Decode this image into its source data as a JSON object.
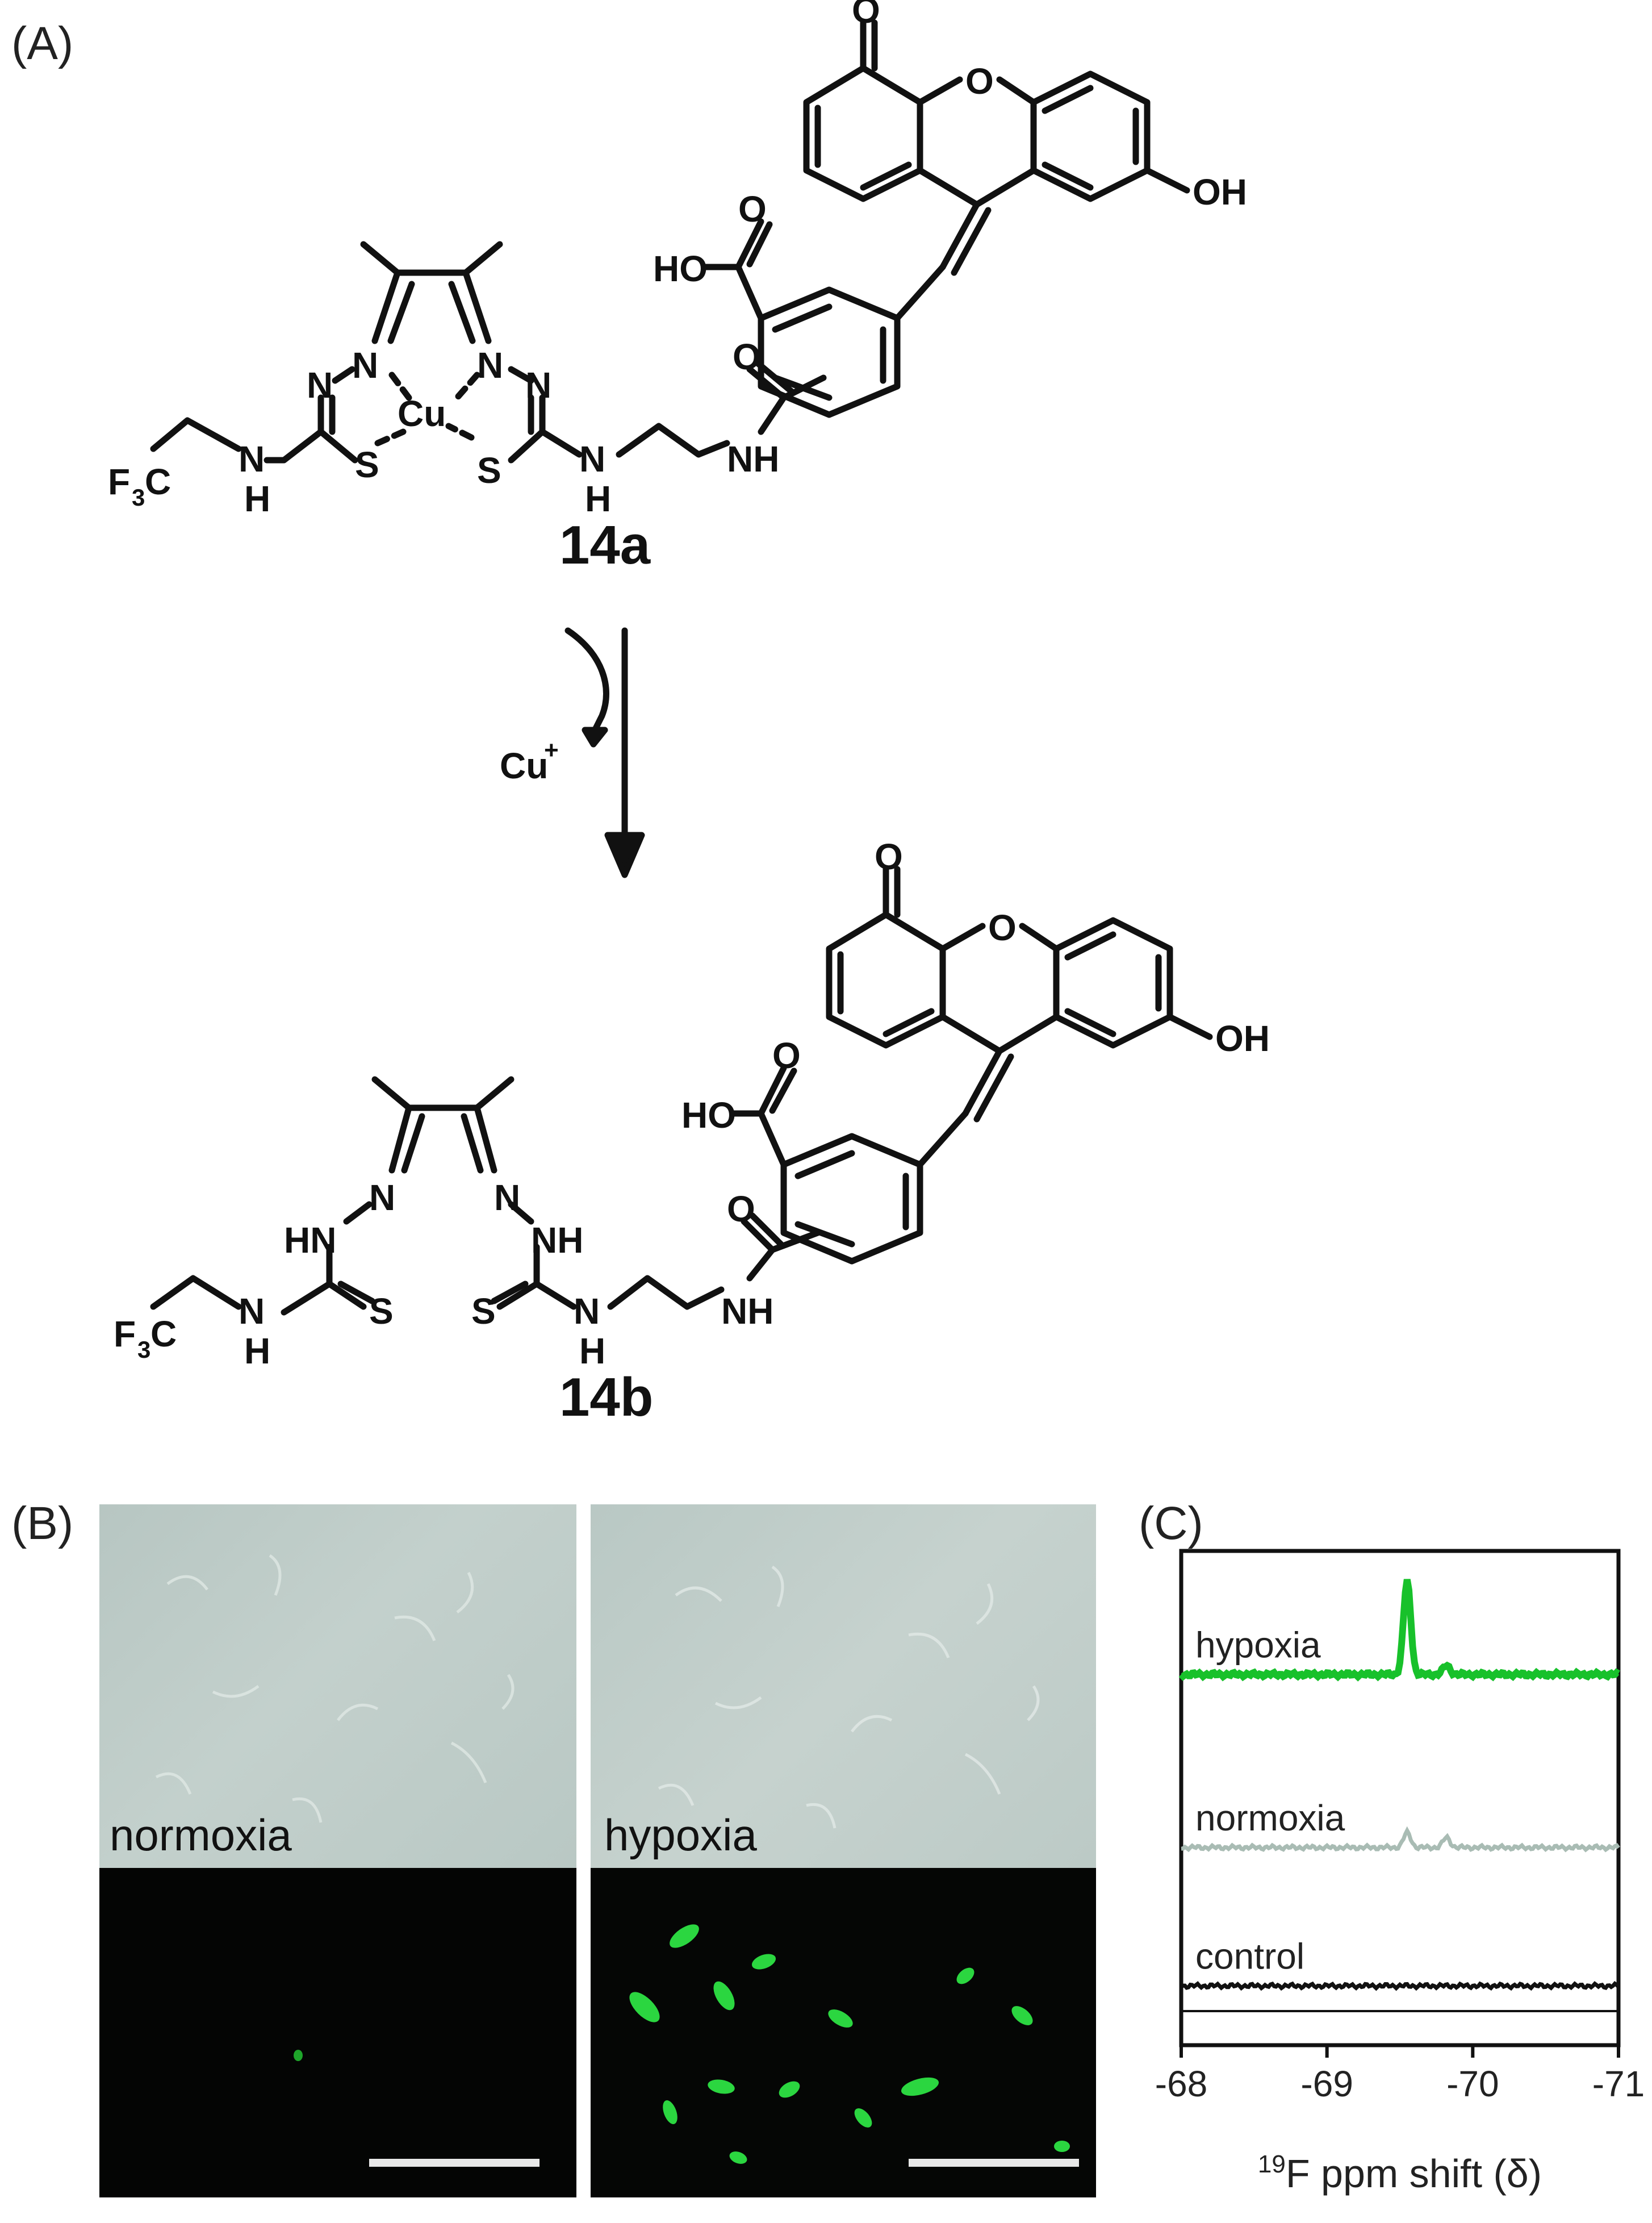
{
  "panels": {
    "A": {
      "label": "(A)"
    },
    "B": {
      "label": "(B)"
    },
    "C": {
      "label": "(C)"
    }
  },
  "scheme": {
    "compound_top": "14a",
    "compound_bottom": "14b",
    "reagent": "Cu",
    "reagent_charge": "+",
    "atoms": {
      "O": "O",
      "OH": "OH",
      "HO": "HO",
      "N": "N",
      "NH": "NH",
      "HN": "HN",
      "H": "H",
      "S": "S",
      "Cu": "Cu",
      "F": "F",
      "C": "C",
      "three": "3"
    }
  },
  "microscopy": {
    "left_label": "normoxia",
    "right_label": "hypoxia"
  },
  "chart_data": {
    "type": "line",
    "xlabel_sup": "19",
    "xlabel": "F ppm shift (δ)",
    "x_ticks": [
      "-68",
      "-69",
      "-70",
      "-71"
    ],
    "xlim": [
      -68,
      -71
    ],
    "series": [
      {
        "name": "hypoxia",
        "color": "#18c12b",
        "baseline_frac": 0.25,
        "peaks": [
          {
            "x": -69.55,
            "height_frac": 0.19
          },
          {
            "x": -69.82,
            "height_frac": 0.018
          }
        ]
      },
      {
        "name": "normoxia",
        "color": "#a9bcb4",
        "baseline_frac": 0.6,
        "peaks": [
          {
            "x": -69.55,
            "height_frac": 0.03
          },
          {
            "x": -69.82,
            "height_frac": 0.02
          }
        ]
      },
      {
        "name": "control",
        "color": "#111111",
        "baseline_frac": 0.88,
        "peaks": []
      }
    ]
  }
}
